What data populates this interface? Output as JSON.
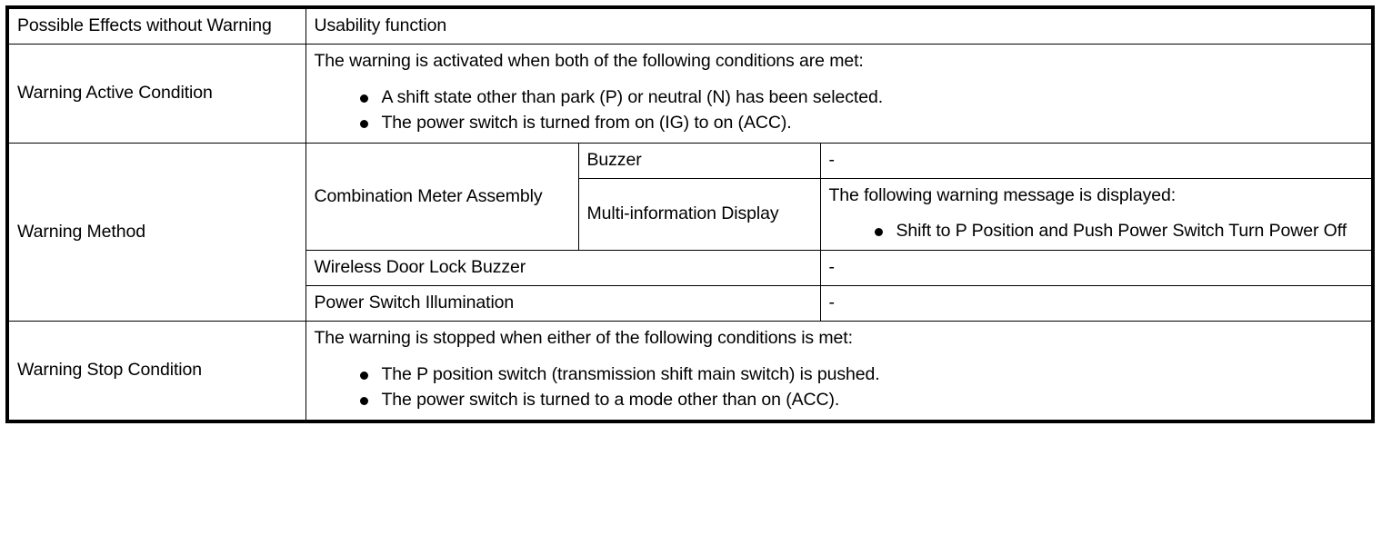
{
  "table": {
    "rows": [
      {
        "label": "Possible Effects without Warning",
        "value": "Usability function"
      },
      {
        "label": "Warning Active Condition",
        "intro": "The warning is activated when both of the following conditions are met:",
        "bullets": [
          "A shift state other than park (P) or neutral (N) has been selected.",
          "The power switch is turned from on (IG) to on (ACC)."
        ]
      },
      {
        "label": "Warning Method",
        "subrows": [
          {
            "group": "Combination Meter Assembly",
            "item": "Buzzer",
            "value": "-"
          },
          {
            "item": "Multi-information Display",
            "intro": "The following warning message is displayed:",
            "bullets": [
              "Shift to P Position and Push Power Switch Turn Power Off"
            ]
          },
          {
            "item": "Wireless Door Lock Buzzer",
            "value": "-"
          },
          {
            "item": "Power Switch Illumination",
            "value": "-"
          }
        ]
      },
      {
        "label": "Warning Stop Condition",
        "intro": "The warning is stopped when either of the following conditions is met:",
        "bullets": [
          "The P position switch (transmission shift main switch) is pushed.",
          "The power switch is turned to a mode other than on (ACC)."
        ]
      }
    ]
  }
}
